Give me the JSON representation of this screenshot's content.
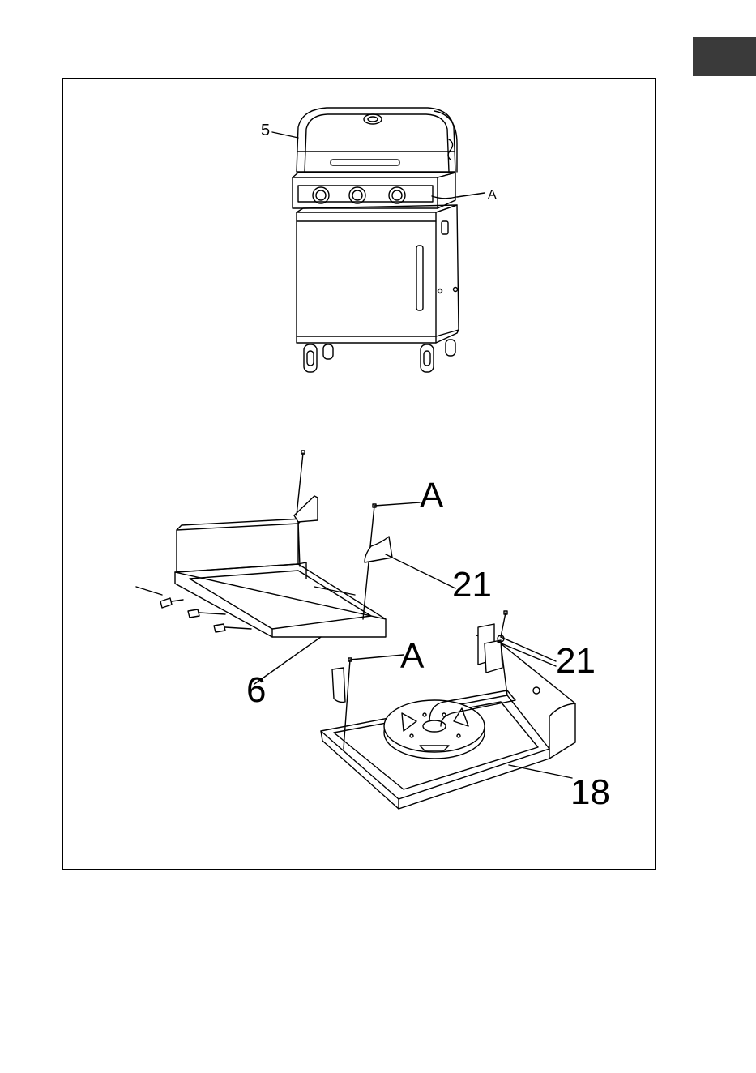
{
  "language_tab": {
    "color": "#3a3a3a"
  },
  "figure_top": {
    "callouts": {
      "part_5": "5",
      "screw_a": "A"
    }
  },
  "figure_bottom": {
    "callouts": {
      "screw_a_upper": "A",
      "bracket_21_left": "21",
      "part_6": "6",
      "screw_a_lower": "A",
      "bracket_21_right": "21",
      "burner_18": "18"
    }
  }
}
